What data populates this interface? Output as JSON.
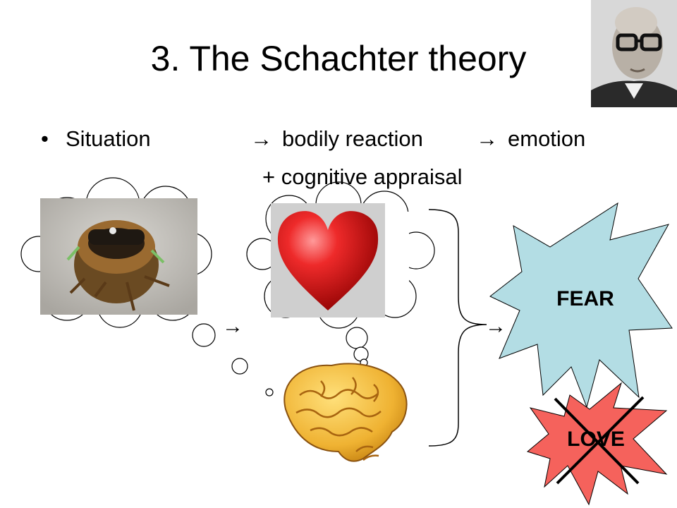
{
  "slide": {
    "title": "3. The Schachter theory",
    "bullet": "•",
    "situation": "Situation",
    "arrow_glyph": "→",
    "bodily_reaction": "bodily reaction",
    "emotion": "emotion",
    "cognitive_appraisal": "+ cognitive appraisal",
    "fear_label": "FEAR",
    "love_label": "LOVE"
  },
  "colors": {
    "fear_fill": "#b3dde4",
    "love_fill": "#f5625c",
    "heart": "#e01818",
    "brain": "#f0b830",
    "brain_dark": "#a86410",
    "thought_stroke": "#000000"
  },
  "icons": {
    "portrait": "man-with-glasses-portrait",
    "insect": "cicada-photo",
    "heart": "heart-icon",
    "brain": "brain-icon"
  }
}
